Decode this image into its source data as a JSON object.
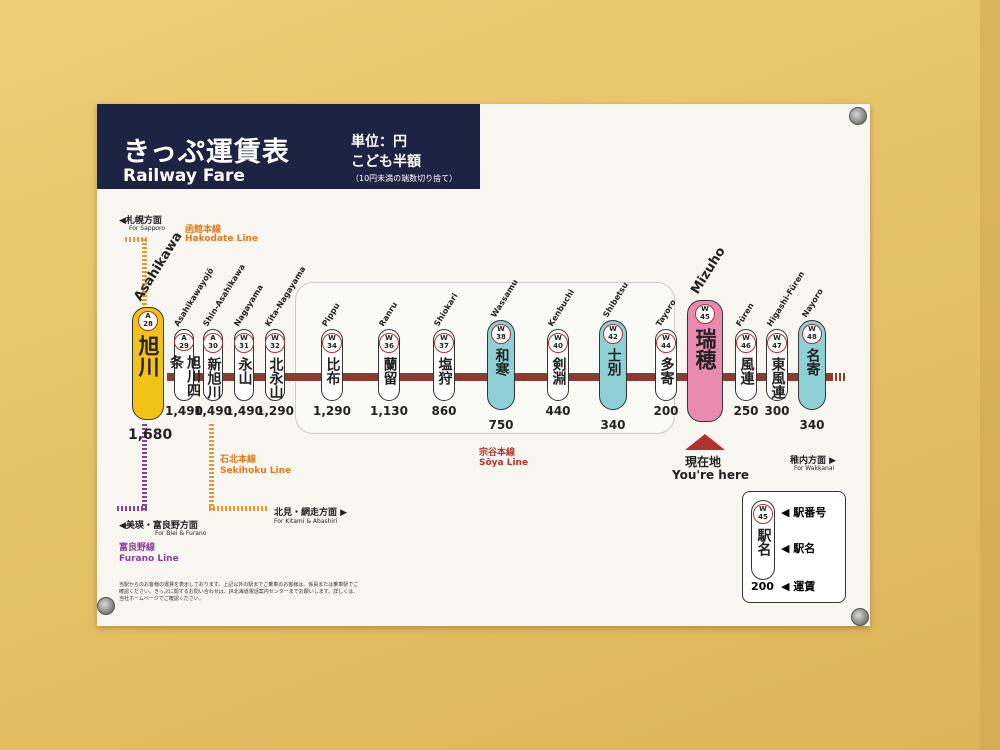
{
  "header": {
    "title_jp": "きっぷ運賃表",
    "title_en": "Railway Fare",
    "unit": "単位：円",
    "child": "こども半額",
    "rounding": "（10円未満の端数切り捨て）"
  },
  "directions": {
    "sapporo_jp": "◀札幌方面",
    "sapporo_en": "For Sapporo",
    "hakodate_jp": "函館本線",
    "hakodate_en": "Hakodate Line",
    "sekihoku_jp": "石北本線",
    "sekihoku_en": "Sekihoku Line",
    "kitami_jp": "北見・網走方面 ▶",
    "kitami_en": "For Kitami & Abashiri",
    "biei_jp": "◀美瑛・富良野方面",
    "biei_en": "For Biei & Furano",
    "furano_jp": "富良野線",
    "furano_en": "Furano Line",
    "soya_jp": "宗谷本線",
    "soya_en": "Sōya Line",
    "wakkanai_jp": "稚内方面 ▶",
    "wakkanai_en": "For Wakkanai",
    "here_jp": "現在地",
    "here_en": "You're here"
  },
  "stations": [
    {
      "code": "A\n28",
      "jp": "旭川",
      "en": "Asahikawa",
      "fare": "1,680"
    },
    {
      "code": "A\n29",
      "jp": "旭川四条",
      "en": "Asahikawayojō",
      "fare": "1,490"
    },
    {
      "code": "A\n30",
      "jp": "新旭川",
      "en": "Shin-Asahikawa",
      "fare": "1,490"
    },
    {
      "code": "W\n31",
      "jp": "永山",
      "en": "Nagayama",
      "fare": "1,490"
    },
    {
      "code": "W\n32",
      "jp": "北永山",
      "en": "Kita-Nagayama",
      "fare": "1,290"
    },
    {
      "code": "W\n34",
      "jp": "比布",
      "en": "Pippu",
      "fare": "1,290"
    },
    {
      "code": "W\n36",
      "jp": "蘭留",
      "en": "Ranru",
      "fare": "1,130"
    },
    {
      "code": "W\n37",
      "jp": "塩狩",
      "en": "Shiokari",
      "fare": "860"
    },
    {
      "code": "W\n38",
      "jp": "和寒",
      "en": "Wassamu",
      "fare": "750"
    },
    {
      "code": "W\n40",
      "jp": "剣淵",
      "en": "Kenbuchi",
      "fare": "440"
    },
    {
      "code": "W\n42",
      "jp": "士別",
      "en": "Shibetsu",
      "fare": "340"
    },
    {
      "code": "W\n44",
      "jp": "多寄",
      "en": "Tayoro",
      "fare": "200"
    },
    {
      "code": "W\n45",
      "jp": "瑞穂",
      "en": "Mizuho",
      "fare": ""
    },
    {
      "code": "W\n46",
      "jp": "風連",
      "en": "Fūren",
      "fare": "250"
    },
    {
      "code": "W\n47",
      "jp": "東風連",
      "en": "Higashi-Fūren",
      "fare": "300"
    },
    {
      "code": "W\n48",
      "jp": "名寄",
      "en": "Nayoro",
      "fare": "340"
    }
  ],
  "legend": {
    "code": "W\n45",
    "jp": "駅名",
    "fare": "200",
    "label_number": "◀ 駅番号",
    "label_name": "◀ 駅名",
    "label_fare": "◀ 運賃"
  },
  "fine_print": "当駅からのお客様の運賃を表示しております。上記以外の駅までご乗車のお客様は、係員または乗車駅でご確認ください。きっぷに関するお問い合わせは、JR北海道電話案内センターまでお願いします。詳しくは、当社ホームページでご確認ください。",
  "colors": {
    "wall": "#e8c46a",
    "board": "#f7f6f0",
    "header": "#1d2342",
    "main_line": "#8a3b32",
    "hakodate": "#e8962e",
    "furano": "#8c3e9a",
    "asahikawa": "#f3c216",
    "major": "#8fd0d6",
    "current": "#e98bb0"
  }
}
